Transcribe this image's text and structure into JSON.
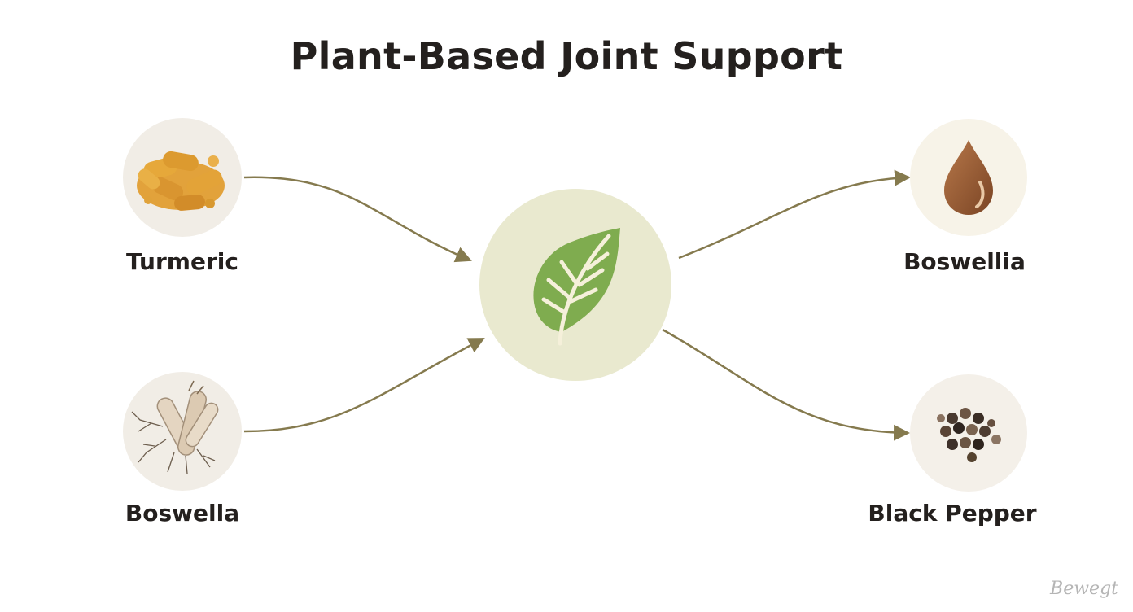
{
  "title": "Plant-Based Joint Support",
  "nodes": {
    "top_left": {
      "label": "Turmeric",
      "icon": "turmeric-powder-icon"
    },
    "bottom_left": {
      "label": "Boswella",
      "icon": "boswellia-root-icon"
    },
    "top_right": {
      "label": "Boswellia",
      "icon": "oil-drop-icon"
    },
    "bottom_right": {
      "label": "Black Pepper",
      "icon": "peppercorns-icon"
    },
    "center": {
      "icon": "leaf-icon"
    }
  },
  "signature": "Bewegt",
  "colors": {
    "arrow": "#857a4e",
    "circle_left": "#f1ede6",
    "circle_right": "#f7f3e8",
    "center_circle": "#e9e9cf",
    "leaf": "#7fac4f",
    "text": "#24201e"
  }
}
